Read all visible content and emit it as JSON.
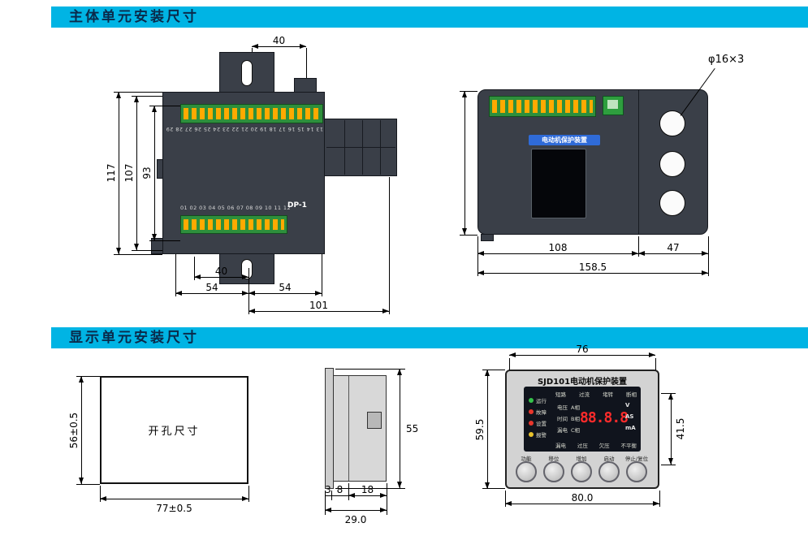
{
  "sections": {
    "main_unit_title": "主体单元安装尺寸",
    "display_unit_title": "显示单元安装尺寸"
  },
  "main_top_view": {
    "terminals_top": "13 14 15 16 17 18 19 20 21 22 23 24 25 26 27 28 29",
    "terminals_bottom": "01 02 03 04 05 06 07 08 09 10 11 12",
    "port_label": "DP-1",
    "dim_top_width": "40",
    "dim_height_outer": "117",
    "dim_height_mid": "107",
    "dim_height_inner": "93",
    "dim_bottom_slot": "40",
    "dim_bottom_left": "54",
    "dim_bottom_right": "54",
    "dim_bottom_total": "101"
  },
  "main_front_view": {
    "device_label": "电动机保护装置",
    "hole_note": "φ16×3",
    "dim_width_left": "108",
    "dim_width_right": "47",
    "dim_width_total": "158.5"
  },
  "cutout": {
    "label": "开孔尺寸",
    "dim_height": "56±0.5",
    "dim_width": "77±0.5"
  },
  "side_view": {
    "dim_height": "55",
    "dim_bezel": "3",
    "dim_collar": "8",
    "dim_body": "18",
    "dim_total_depth": "29.0"
  },
  "panel": {
    "title": "SJD101电动机保护装置",
    "leds": [
      {
        "label": "运行",
        "color": "#35c24a"
      },
      {
        "label": "故障",
        "color": "#e8362c"
      },
      {
        "label": "设置",
        "color": "#e8362c"
      },
      {
        "label": "报警",
        "color": "#e8c22c"
      }
    ],
    "status_top": [
      "短路",
      "过流",
      "堵转",
      "断相"
    ],
    "params": [
      {
        "name": "电压",
        "phase": "A相"
      },
      {
        "name": "时间",
        "phase": "B相"
      },
      {
        "name": "漏电",
        "phase": "C相"
      }
    ],
    "display_value": "88.8.8",
    "units": [
      "V",
      "AS",
      "mA"
    ],
    "status_bottom": [
      "漏电",
      "过压",
      "欠压",
      "不平衡"
    ],
    "buttons": [
      "功能",
      "移位",
      "增加",
      "启动",
      "停止/复位"
    ],
    "dim_top_width": "76",
    "dim_left_height": "59.5",
    "dim_right_height": "41.5",
    "dim_bottom_width": "80.0"
  },
  "colors": {
    "header_bar": "#00b4e4",
    "device_body": "#3a3f48",
    "terminal_green": "#2e8f3c",
    "terminal_orange": "#ffaa00",
    "label_blue": "#2f6bd8",
    "display_red": "#ff2b2b"
  }
}
